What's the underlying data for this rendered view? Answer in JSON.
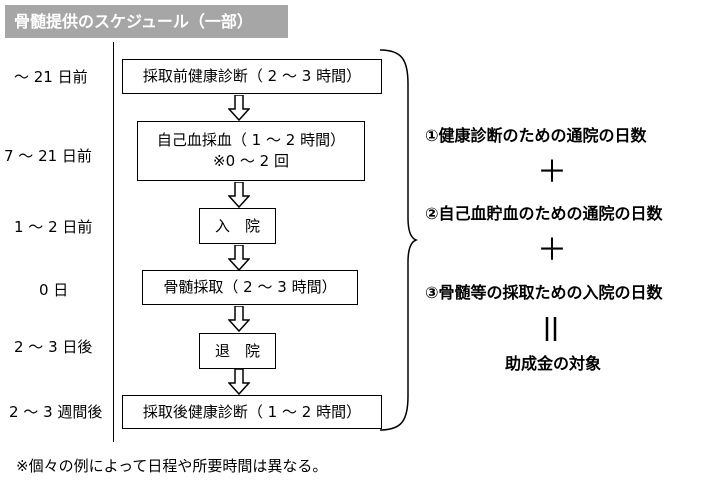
{
  "title": "骨髄提供のスケジュール（一部）",
  "timeline": [
    {
      "when": "～ 21 日前"
    },
    {
      "when": "7 ～ 21 日前"
    },
    {
      "when": "1 ～ 2 日前"
    },
    {
      "when": "0 日"
    },
    {
      "when": "2 ～ 3 日後"
    },
    {
      "when": "2 ～ 3 週間後"
    }
  ],
  "steps": [
    {
      "line1": "採取前健康診断（ 2 ～ 3 時間）",
      "line2": ""
    },
    {
      "line1": "自己血採血（ 1 ～ 2 時間）",
      "line2": "※0 ～ 2 回"
    },
    {
      "line1": "入　院",
      "line2": ""
    },
    {
      "line1": "骨髄採取（ 2 ～ 3 時間）",
      "line2": ""
    },
    {
      "line1": "退　院",
      "line2": ""
    },
    {
      "line1": "採取後健康診断（ 1 ～ 2 時間）",
      "line2": ""
    }
  ],
  "summary": {
    "item1": "①健康診断のための通院の日数",
    "plus1": "＋",
    "item2": "②自己血貯血のための通院の日数",
    "plus2": "＋",
    "item3": "③骨髄等の採取ための入院の日数",
    "result": "助成金の対象"
  },
  "footnote": "※個々の例によって日程や所要時間は異なる。",
  "colors": {
    "title_bg": "#a6a6a6",
    "title_text": "#ffffff",
    "line": "#000000"
  }
}
